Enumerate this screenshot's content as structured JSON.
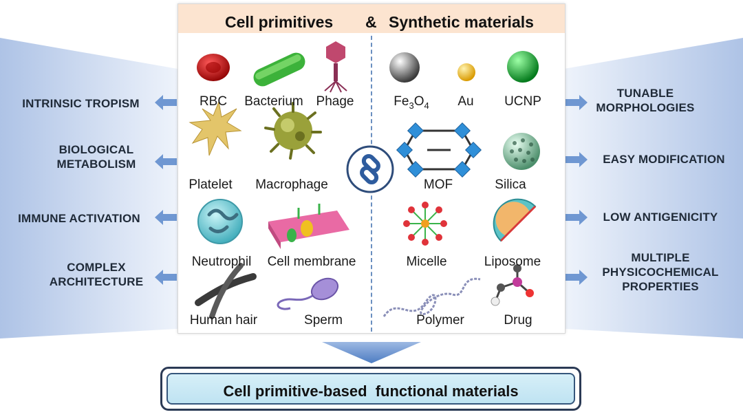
{
  "header": {
    "title_left": "Cell primitives",
    "title_amp": "&",
    "title_right": "Synthetic materials"
  },
  "left_properties": [
    {
      "text": "INTRINSIC TROPISM"
    },
    {
      "text": "BIOLOGICAL METABOLISM"
    },
    {
      "text": "IMMUNE ACTIVATION"
    },
    {
      "text": "COMPLEX ARCHITECTURE"
    }
  ],
  "right_properties": [
    {
      "text": "TUNABLE MORPHOLOGIES"
    },
    {
      "text": "EASY MODIFICATION"
    },
    {
      "text": "LOW ANTIGENICITY"
    },
    {
      "text": "MULTIPLE PHYSICOCHEMICAL PROPERTIES"
    }
  ],
  "cell_primitives": [
    {
      "name": "RBC",
      "icon": "rbc-icon"
    },
    {
      "name": "Bacterium",
      "icon": "bacterium-icon"
    },
    {
      "name": "Phage",
      "icon": "phage-icon"
    },
    {
      "name": "Platelet",
      "icon": "platelet-icon"
    },
    {
      "name": "Macrophage",
      "icon": "macrophage-icon"
    },
    {
      "name": "Neutrophil",
      "icon": "neutrophil-icon"
    },
    {
      "name": "Cell membrane",
      "icon": "cell-membrane-icon"
    },
    {
      "name": "Human hair",
      "icon": "human-hair-icon"
    },
    {
      "name": "Sperm",
      "icon": "sperm-icon"
    }
  ],
  "synthetic_materials": [
    {
      "name": "Fe3O4",
      "icon": "fe3o4-sphere-icon"
    },
    {
      "name": "Au",
      "icon": "gold-nanoparticle-icon"
    },
    {
      "name": "UCNP",
      "icon": "ucnp-sphere-icon"
    },
    {
      "name": "MOF",
      "icon": "mof-framework-icon"
    },
    {
      "name": "Silica",
      "icon": "silica-sphere-icon"
    },
    {
      "name": "Micelle",
      "icon": "micelle-icon"
    },
    {
      "name": "Liposome",
      "icon": "liposome-icon"
    },
    {
      "name": "Polymer",
      "icon": "polymer-chain-icon"
    },
    {
      "name": "Drug",
      "icon": "drug-molecule-icon"
    }
  ],
  "center_icon": "link-icon",
  "result": {
    "text": "Cell primitive-based  functional materials"
  },
  "colors": {
    "header_bg": "#fce4d0",
    "wing_blue": "#b9cbe8",
    "arrow_blue": "#4f7fc4",
    "result_bg": "#c9e8f5",
    "result_border": "#2b3a55"
  }
}
